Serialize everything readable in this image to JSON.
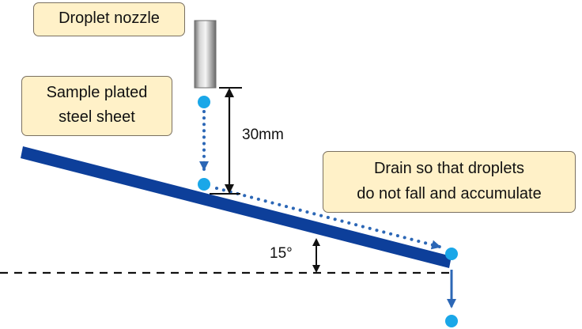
{
  "labels": {
    "nozzle": "Droplet nozzle",
    "sample_line1": "Sample plated",
    "sample_line2": "steel sheet",
    "drain_line1": "Drain so that droplets",
    "drain_line2": "do not fall and accumulate",
    "distance": "30mm",
    "angle": "15°"
  },
  "colors": {
    "callout_fill": "#fff1c8",
    "callout_border": "#7a7060",
    "sheet": "#0d3f9a",
    "droplet": "#1aa7e8",
    "flow_arrow": "#2c67b6",
    "nozzle_gray": "#8a8a8a",
    "ink": "#111111"
  },
  "geometry_meaning": {
    "drop_height_mm": 30,
    "sheet_angle_degrees": 15
  }
}
